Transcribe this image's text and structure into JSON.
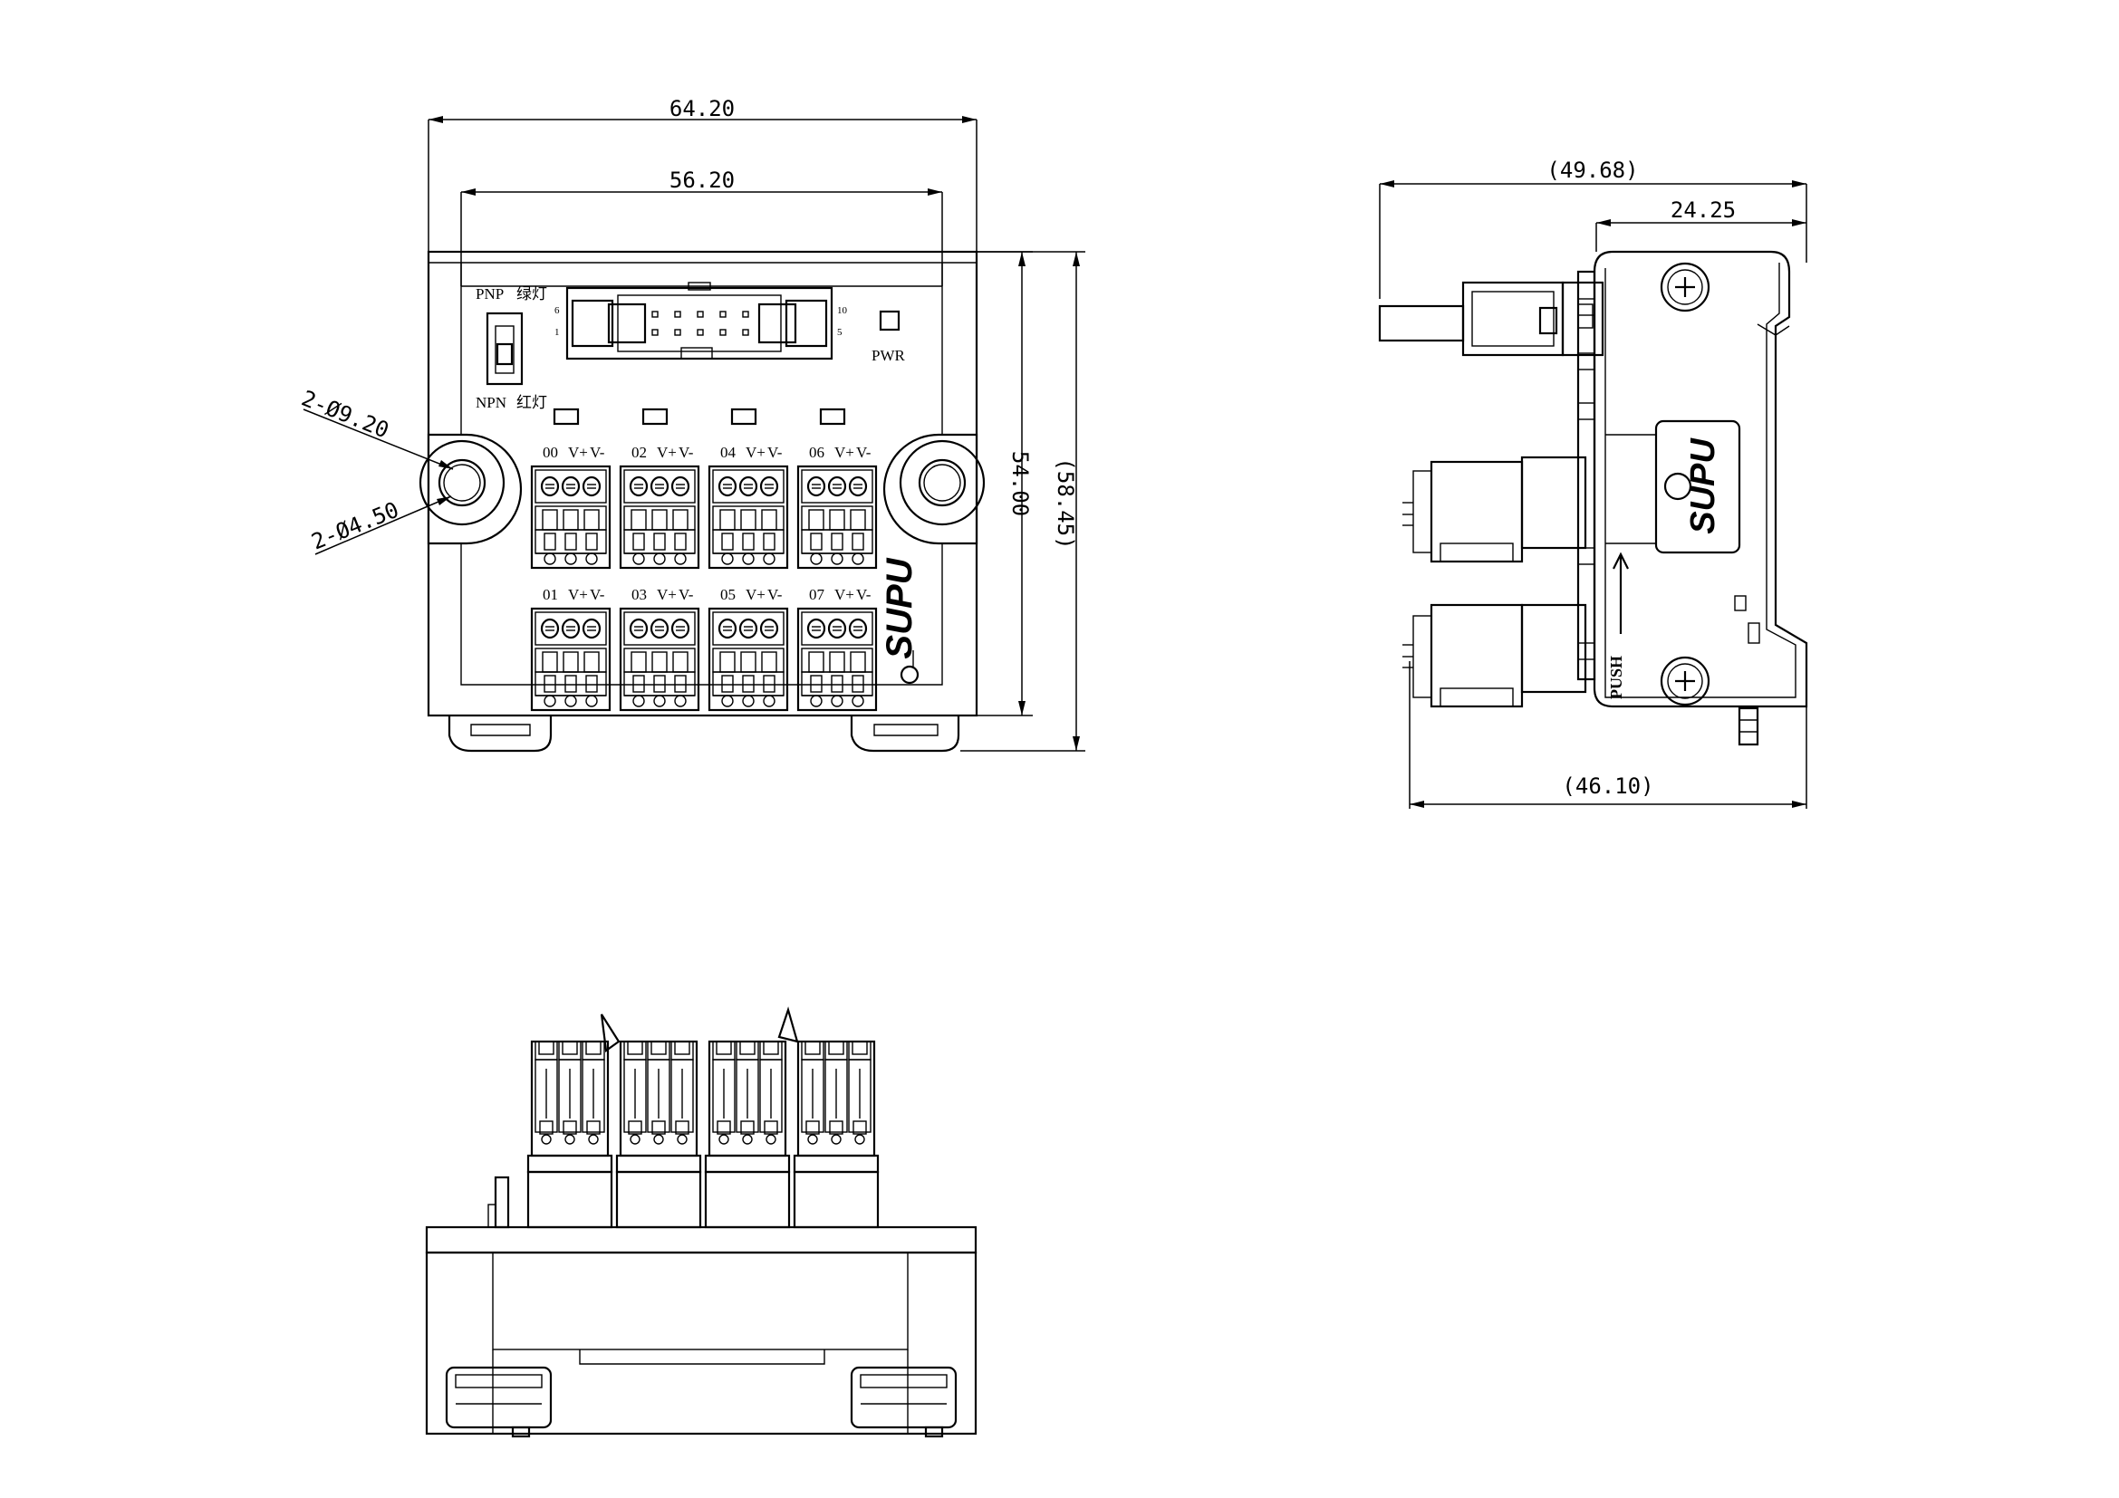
{
  "top_view": {
    "dim_overall_width": "64.20",
    "dim_inner_width": "56.20",
    "dim_height": "54.00",
    "dim_height_total": "(58.45)",
    "dim_hole_outer": "2-Ø9.20",
    "dim_hole_inner": "2-Ø4.50",
    "pnp_label": "PNP",
    "pnp_color_label": "绿灯",
    "npn_label": "NPN",
    "npn_color_label": "红灯",
    "pwr_label": "PWR",
    "pin_6": "6",
    "pin_1": "1",
    "pin_10": "10",
    "pin_5": "5",
    "brand": "SUPU",
    "terminals_top": [
      {
        "ch": "00",
        "vp": "V+",
        "vm": "V-"
      },
      {
        "ch": "02",
        "vp": "V+",
        "vm": "V-"
      },
      {
        "ch": "04",
        "vp": "V+",
        "vm": "V-"
      },
      {
        "ch": "06",
        "vp": "V+",
        "vm": "V-"
      }
    ],
    "terminals_bottom": [
      {
        "ch": "01",
        "vp": "V+",
        "vm": "V-"
      },
      {
        "ch": "03",
        "vp": "V+",
        "vm": "V-"
      },
      {
        "ch": "05",
        "vp": "V+",
        "vm": "V-"
      },
      {
        "ch": "07",
        "vp": "V+",
        "vm": "V-"
      }
    ]
  },
  "side_view": {
    "dim_total_depth": "(49.68)",
    "dim_bracket": "24.25",
    "dim_base_depth": "(46.10)",
    "push_label": "PUSH",
    "brand": "SUPU"
  }
}
